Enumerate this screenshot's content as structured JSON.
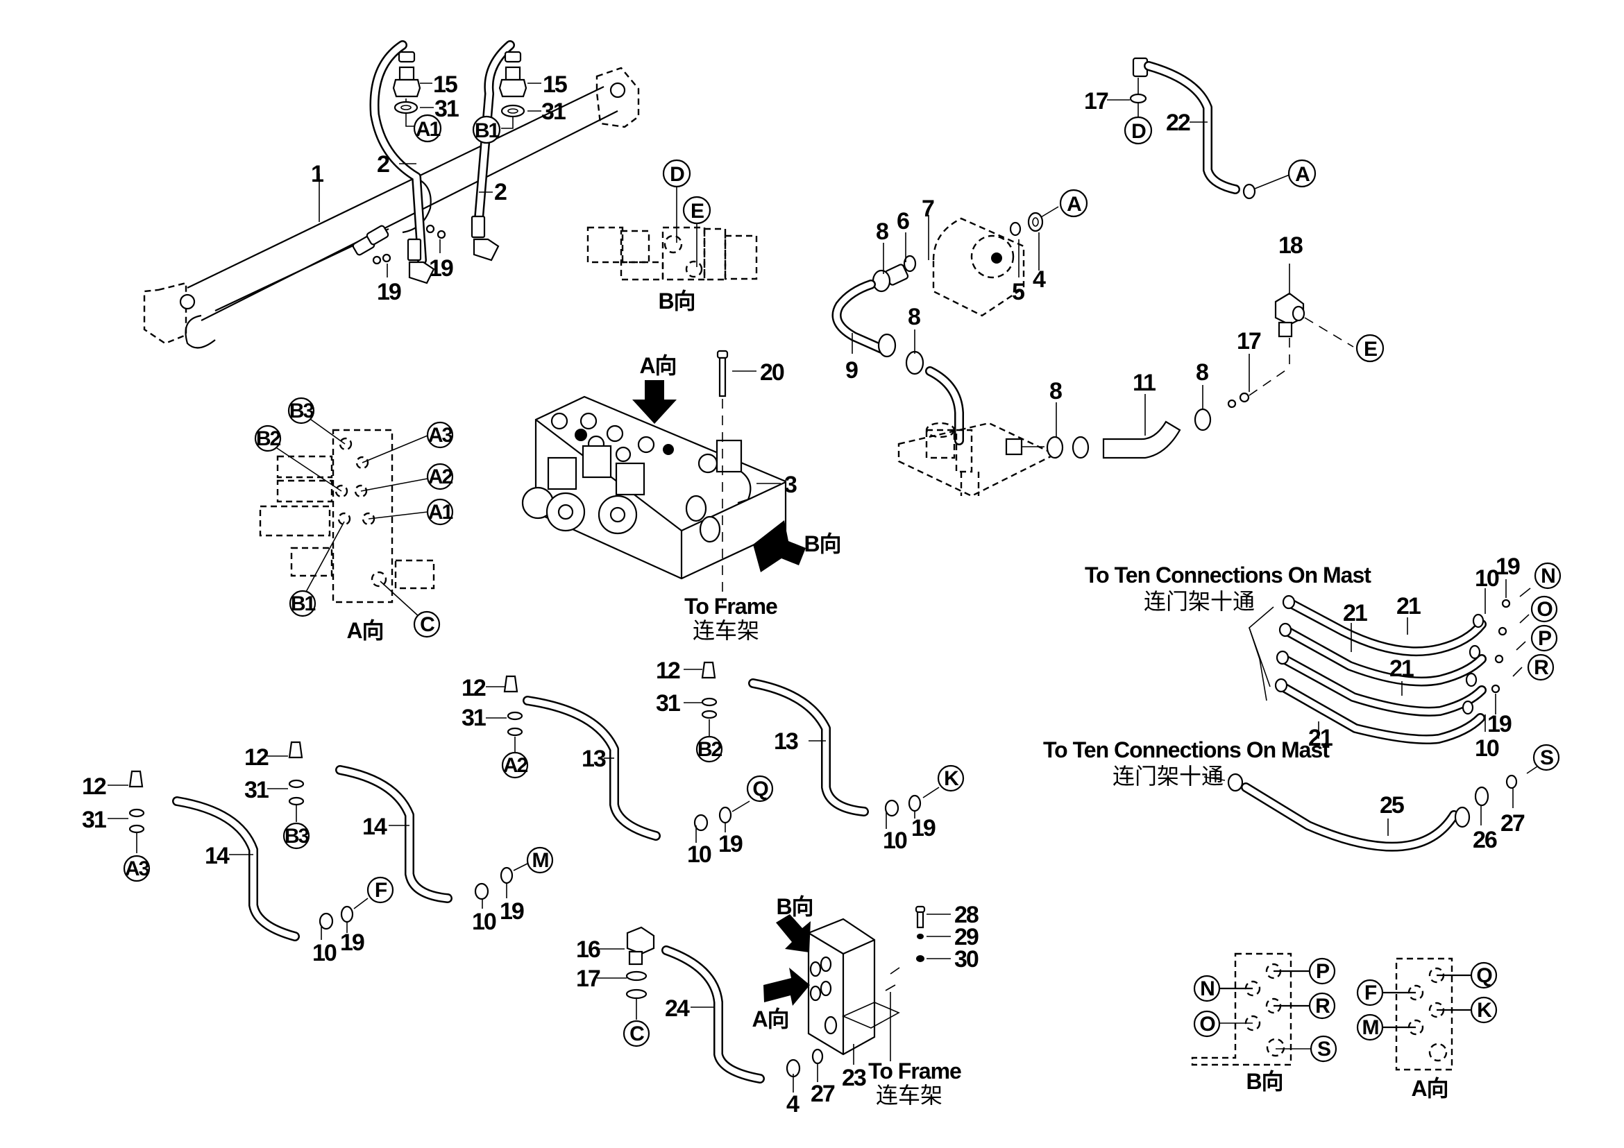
{
  "diagram": {
    "title": "Hydraulic valve block and hose assembly (exploded parts view)",
    "callouts": {
      "c1": "1",
      "c2a": "2",
      "c2b": "2",
      "c3": "3",
      "c4a": "4",
      "c4b": "4",
      "c5": "5",
      "c6": "6",
      "c7": "7",
      "c8a": "8",
      "c8b": "8",
      "c8c": "8",
      "c8d": "8",
      "c9": "9",
      "c10a": "10",
      "c10b": "10",
      "c10c": "10",
      "c10d": "10",
      "c10e": "10",
      "c10f": "10",
      "c11": "11",
      "c12a": "12",
      "c12b": "12",
      "c12c": "12",
      "c12d": "12",
      "c13a": "13",
      "c13b": "13",
      "c14a": "14",
      "c14b": "14",
      "c15a": "15",
      "c15b": "15",
      "c16": "16",
      "c17a": "17",
      "c17b": "17",
      "c17c": "17",
      "c18": "18",
      "c19a": "19",
      "c19b": "19",
      "c19c": "19",
      "c19d": "19",
      "c19e": "19",
      "c19f": "19",
      "c19g": "19",
      "c19h": "19",
      "c20": "20",
      "c21a": "21",
      "c21b": "21",
      "c21c": "21",
      "c21d": "21",
      "c22": "22",
      "c23": "23",
      "c24": "24",
      "c25": "25",
      "c26": "26",
      "c27a": "27",
      "c27b": "27",
      "c28": "28",
      "c29": "29",
      "c30": "30",
      "c31a": "31",
      "c31b": "31",
      "c31c": "31",
      "c31d": "31",
      "c31e": "31",
      "c31f": "31"
    },
    "port_bubbles": {
      "A1_top": "A1",
      "B1_top": "B1",
      "D_bview": "D",
      "E_bview": "E",
      "A_pump": "A",
      "A_hose22": "A",
      "D_hose22": "D",
      "E_fit18": "E",
      "B3_aview": "B3",
      "B2_aview": "B2",
      "A3_aview": "A3",
      "A2_aview": "A2",
      "A1_aview": "A1",
      "B1_aview": "B1",
      "C_aview": "C",
      "A2_hose": "A2",
      "B2_hose": "B2",
      "A3_hose": "A3",
      "B3_hose": "B3",
      "Q_hose": "Q",
      "K_hose": "K",
      "F_hose": "F",
      "M_hose": "M",
      "C_hose24": "C",
      "N_mast": "N",
      "O_mast": "O",
      "P_mast": "P",
      "R_mast": "R",
      "S_mast": "S",
      "N_bview": "N",
      "O_bview": "O",
      "P_bview": "P",
      "R_bview": "R",
      "S_bview": "S",
      "F_aview": "F",
      "M_aview": "M",
      "Q_aview": "Q",
      "K_aview": "K"
    },
    "view_labels": {
      "b_view_top": "B向",
      "a_view_left": "A向",
      "a_arrow_valve": "A向",
      "b_arrow_valve": "B向",
      "b_arrow_block": "B向",
      "a_arrow_block": "A向",
      "b_view_bottom": "B向",
      "a_view_bottom": "A向"
    },
    "notes": {
      "to_frame_valve_en": "To Frame",
      "to_frame_valve_cn": "连车架",
      "to_frame_block_en": "To Frame",
      "to_frame_block_cn": "连车架",
      "mast1_en": "To Ten Connections On Mast",
      "mast1_cn": "连门架十通",
      "mast2_en": "To Ten Connections On Mast",
      "mast2_cn": "连门架十通"
    }
  }
}
